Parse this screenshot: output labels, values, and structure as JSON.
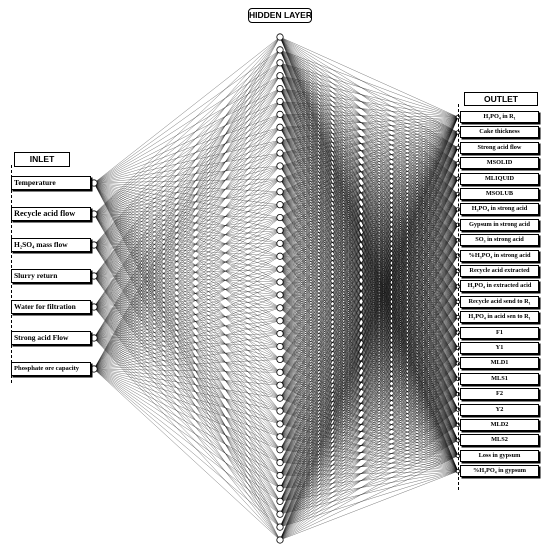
{
  "headers": {
    "inlet": "INLET",
    "hidden": "HIDDEN LAYER",
    "outlet": "OUTLET"
  },
  "inputs": [
    "Temperature",
    "Recycle acid flow",
    "H₂SO₄ mass flow",
    "Slurry return",
    "Water for filtration",
    "Strong acid Flow",
    "Phosphate ore capacity"
  ],
  "outputs": [
    "H₃PO₄ in R₁",
    "Cake thickness",
    "Strong acid flow",
    "MSOLID",
    "MLIQUID",
    "MSOLUB",
    "H₃PO₄ in strong acid",
    "Gypsum in strong acid",
    "SO₃ in strong acid",
    "%H₃PO₄ in strong acid",
    "Recycle acid extracted",
    "H₃PO₄ in extracted acid",
    "Recycle acid send to R₁",
    "H₃PO₄ in acid sen to R₁",
    "F1",
    "Y1",
    "MLD1",
    "MLS1",
    "F2",
    "Y2",
    "MLD2",
    "MLS2",
    "Loss in gypsum",
    "%H₃PO₄ in gypsum"
  ],
  "hidden_neuron_count": 40
}
